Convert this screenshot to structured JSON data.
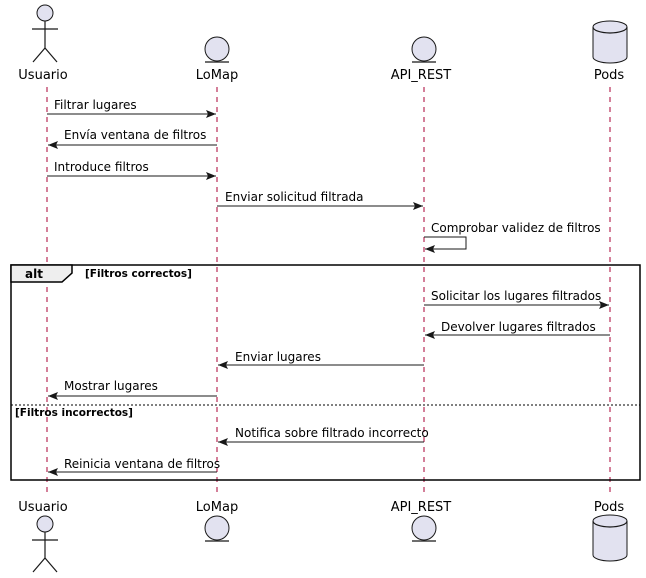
{
  "participants": {
    "usuario": {
      "label": "Usuario",
      "kind": "actor"
    },
    "lomap": {
      "label": "LoMap",
      "kind": "entity"
    },
    "api_rest": {
      "label": "API_REST",
      "kind": "entity"
    },
    "pods": {
      "label": "Pods",
      "kind": "database"
    }
  },
  "messages": [
    {
      "from": "usuario",
      "to": "lomap",
      "label": "Filtrar lugares"
    },
    {
      "from": "lomap",
      "to": "usuario",
      "label": "Envía ventana de filtros"
    },
    {
      "from": "usuario",
      "to": "lomap",
      "label": "Introduce filtros"
    },
    {
      "from": "lomap",
      "to": "api_rest",
      "label": "Enviar solicitud filtrada"
    },
    {
      "from": "api_rest",
      "to": "api_rest",
      "label": "Comprobar validez de filtros"
    },
    {
      "from": "api_rest",
      "to": "pods",
      "label": "Solicitar los lugares filtrados"
    },
    {
      "from": "pods",
      "to": "api_rest",
      "label": "Devolver lugares filtrados"
    },
    {
      "from": "api_rest",
      "to": "lomap",
      "label": "Enviar lugares"
    },
    {
      "from": "lomap",
      "to": "usuario",
      "label": "Mostrar lugares"
    },
    {
      "from": "api_rest",
      "to": "lomap",
      "label": "Notifica sobre filtrado incorrecto"
    },
    {
      "from": "lomap",
      "to": "usuario",
      "label": "Reinicia ventana de filtros"
    }
  ],
  "alt_fragment": {
    "keyword": "alt",
    "guard_1": "[Filtros correctos]",
    "guard_2": "[Filtros incorrectos]"
  },
  "colors": {
    "participant_fill": "#e2e2f0",
    "lifeline": "#a80036",
    "line": "#181818"
  }
}
